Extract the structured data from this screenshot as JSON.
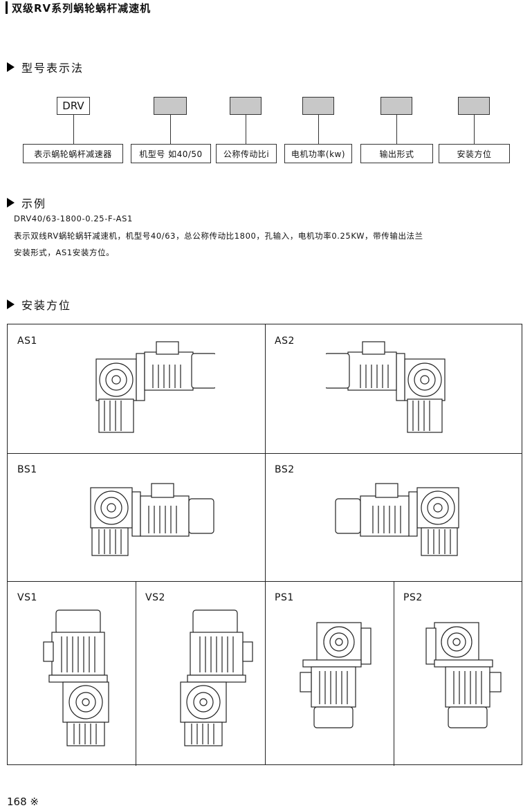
{
  "header": {
    "title": "双级RV系列蜗轮蜗杆减速机"
  },
  "sections": {
    "model": "型号表示法",
    "example": "示例",
    "mounting": "安装方位"
  },
  "model_code": {
    "first_box": "DRV",
    "descriptions": [
      "表示蜗轮蜗杆减速器",
      "机型号 如40/50",
      "公称传动比i",
      "电机功率(kw)",
      "输出形式",
      "安装方位"
    ]
  },
  "example": {
    "code": "DRV40/63-1800-0.25-F-AS1",
    "line1": "表示双线RV蜗轮蜗轩减速机，机型号40/63，总公称传动比1800，孔输入，电机功率0.25KW，带传输出法兰",
    "line2": "安装形式，AS1安装方位。"
  },
  "positions": {
    "as1": "AS1",
    "as2": "AS2",
    "bs1": "BS1",
    "bs2": "BS2",
    "vs1": "VS1",
    "vs2": "VS2",
    "ps1": "PS1",
    "ps2": "PS2"
  },
  "footer": {
    "page": "168 ※"
  }
}
